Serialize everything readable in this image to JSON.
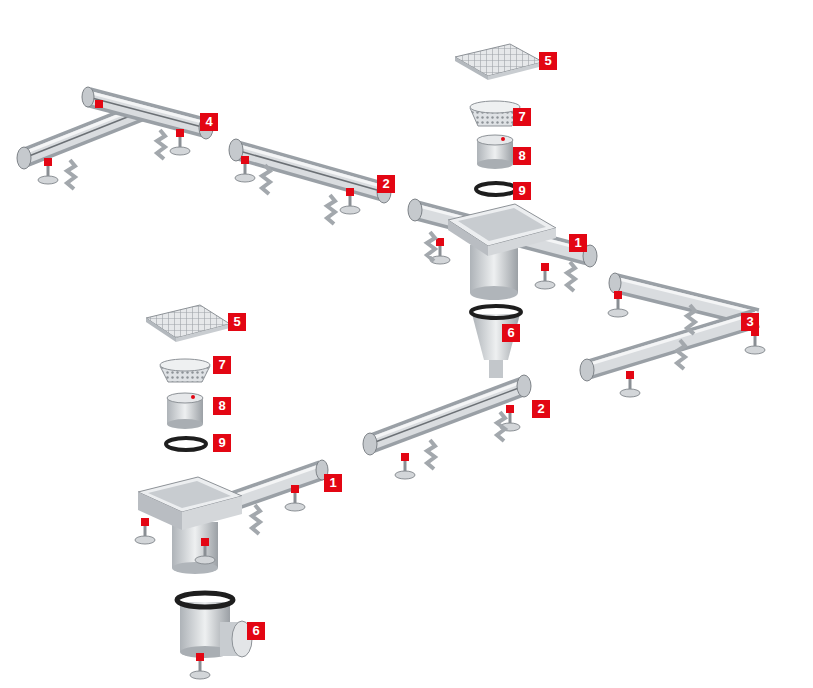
{
  "diagram": {
    "labels": [
      "5",
      "7",
      "4",
      "8",
      "2",
      "9",
      "1",
      "5",
      "3",
      "6",
      "7",
      "8",
      "2",
      "9",
      "1",
      "6"
    ]
  }
}
